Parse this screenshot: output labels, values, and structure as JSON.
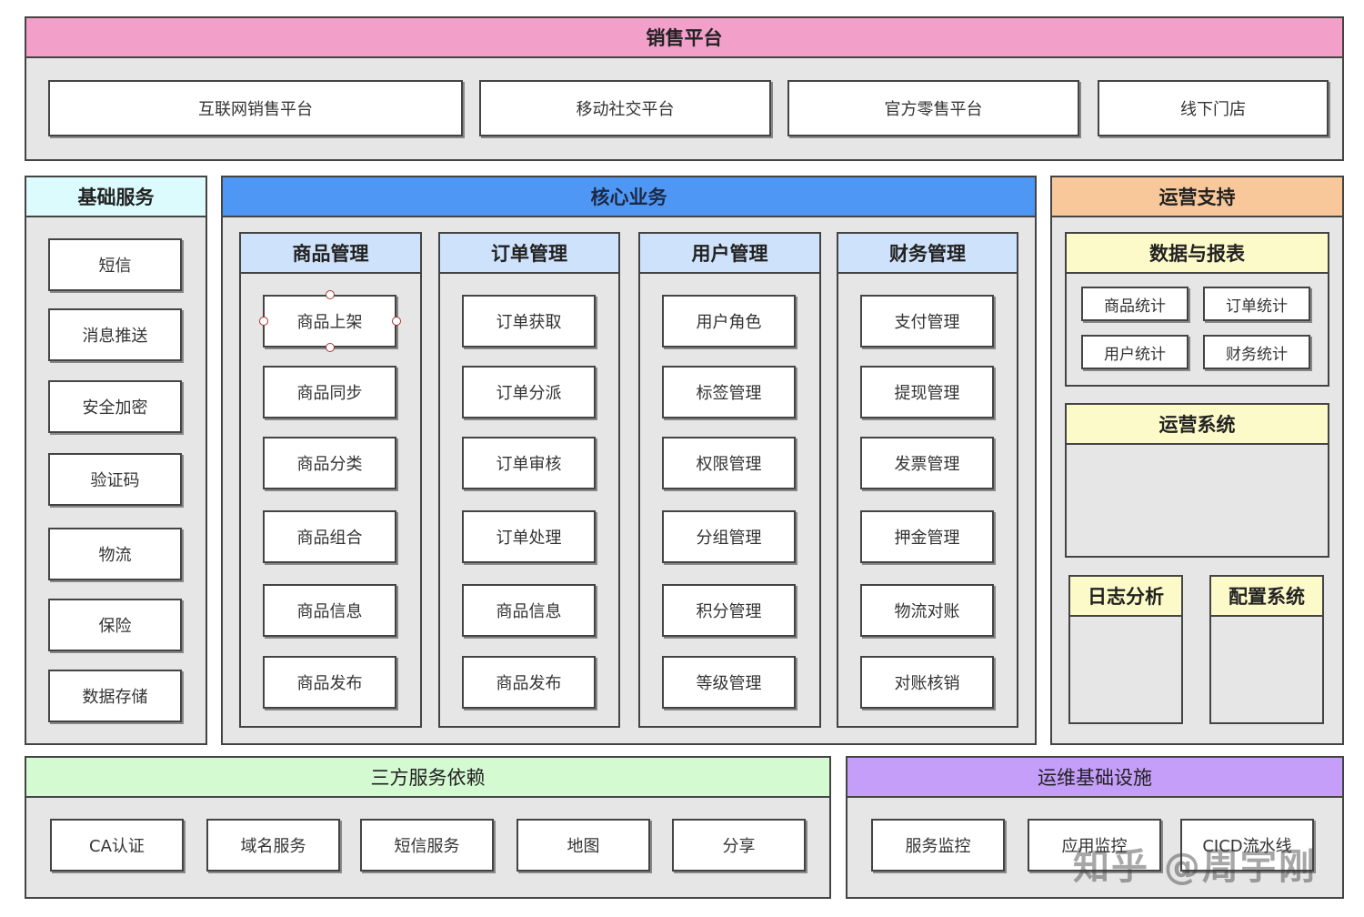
{
  "sales": {
    "title": "销售平台",
    "items": [
      "互联网销售平台",
      "移动社交平台",
      "官方零售平台",
      "线下门店"
    ]
  },
  "basic": {
    "title": "基础服务",
    "items": [
      "短信",
      "消息推送",
      "安全加密",
      "验证码",
      "物流",
      "保险",
      "数据存储"
    ]
  },
  "core": {
    "title": "核心业务",
    "columns": [
      {
        "title": "商品管理",
        "items": [
          "商品上架",
          "商品同步",
          "商品分类",
          "商品组合",
          "商品信息",
          "商品发布"
        ]
      },
      {
        "title": "订单管理",
        "items": [
          "订单获取",
          "订单分派",
          "订单审核",
          "订单处理",
          "商品信息",
          "商品发布"
        ]
      },
      {
        "title": "用户管理",
        "items": [
          "用户角色",
          "标签管理",
          "权限管理",
          "分组管理",
          "积分管理",
          "等级管理"
        ]
      },
      {
        "title": "财务管理",
        "items": [
          "支付管理",
          "提现管理",
          "发票管理",
          "押金管理",
          "物流对账",
          "对账核销"
        ]
      }
    ]
  },
  "ops_support": {
    "title": "运营支持",
    "reports": {
      "title": "数据与报表",
      "items": [
        "商品统计",
        "订单统计",
        "用户统计",
        "财务统计"
      ]
    },
    "ops_system": {
      "title": "运营系统"
    },
    "log": {
      "title": "日志分析"
    },
    "config": {
      "title": "配置系统"
    }
  },
  "third_party": {
    "title": "三方服务依赖",
    "items": [
      "CA认证",
      "域名服务",
      "短信服务",
      "地图",
      "分享"
    ]
  },
  "infra": {
    "title": "运维基础设施",
    "items": [
      "服务监控",
      "应用监控",
      "CICD流水线"
    ]
  },
  "watermark": "知乎 @周宇刚",
  "colors": {
    "sales_header": "#f29fca",
    "basic_header": "#dcfbfd",
    "core_header": "#4f97f5",
    "core_column_header": "#cfe2fb",
    "ops_header": "#f9c89a",
    "ops_sub_header": "#fdfac9",
    "third_party_header": "#d4fad2",
    "infra_header": "#c49ef8",
    "panel_bg": "#e6e6e6"
  }
}
